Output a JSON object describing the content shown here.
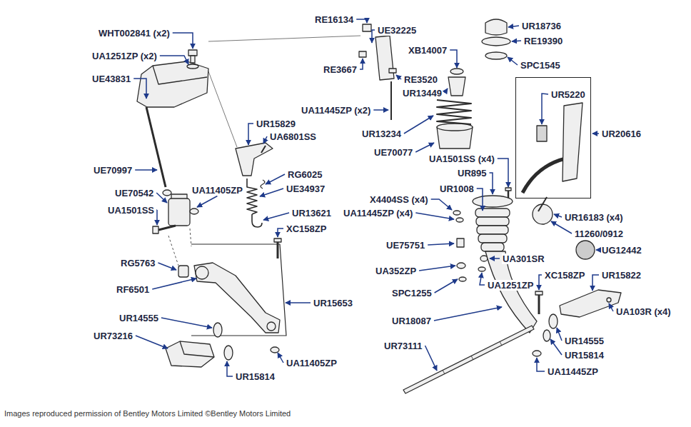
{
  "diagram": {
    "caption": "Images reproduced permission of Bentley Motors Limited ©Bentley Motors Limited",
    "nodes": [
      {
        "text": [
          "UR5220"
        ]
      }
    ],
    "labels": [
      "RE16134",
      "UE32225",
      "WHT002841 (x2)",
      "UR18736",
      "RE19390",
      "XB14007",
      "SPC1545",
      "UA1251ZP (x2)",
      "RE3667",
      "RE3520",
      "UE43831",
      "UR13449",
      "UA11445ZP (x2)",
      "UR13234",
      "UR20616",
      "UR15829",
      "UA6801SS",
      "UE70077",
      "UA1501SS (x4)",
      "UE70997",
      "RG6025",
      "UR895",
      "UE34937",
      "UE70542",
      "UA11405ZP",
      "X4404SS (x4)",
      "UR1008",
      "UA1501SS",
      "UR13621",
      "UA11445ZP (x4)",
      "UR16183 (x4)",
      "XC158ZP",
      "11260/0912",
      "UE75751",
      "UG12442",
      "RG5763",
      "UA301SR",
      "UA352ZP",
      "XC158ZP",
      "UR15822",
      "RF6501",
      "UA1251ZP",
      "SPC1255",
      "UR15653",
      "UA103R (x4)",
      "UR14555",
      "UR18087",
      "UR14555",
      "UR73216",
      "UR73111",
      "UR15814",
      "UA11405ZP",
      "UR15814",
      "UA11445ZP"
    ]
  }
}
